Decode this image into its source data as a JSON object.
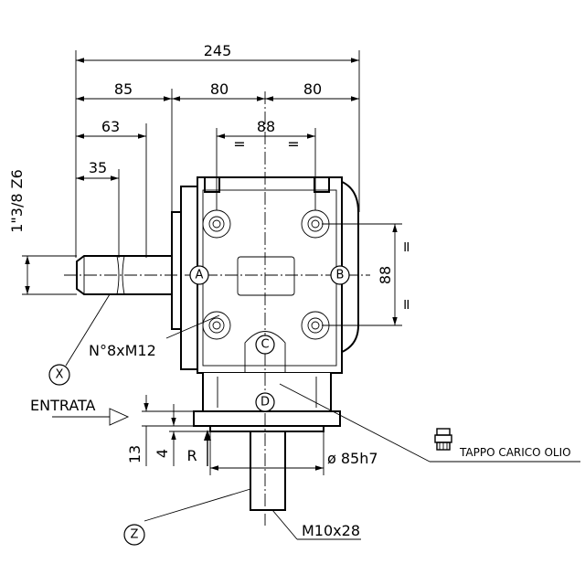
{
  "dimensions": {
    "overall_width": "245",
    "left_section": "85",
    "center_left": "80",
    "center_right": "80",
    "shaft_63": "63",
    "bolt_spacing_top": "88",
    "equal_1": "=",
    "equal_2": "=",
    "shaft_35": "35",
    "thread": "1\"3/8 Z6",
    "bolt_spacing_right": "88",
    "equal_3": "=",
    "equal_4": "=",
    "bolts": "N°8xM12",
    "entrata": "ENTRATA",
    "height_13": "13",
    "height_4": "4",
    "r_label": "R",
    "diameter": "ø 85h7",
    "screw": "M10x28"
  },
  "markers": {
    "A": "A",
    "B": "B",
    "C": "C",
    "D": "D",
    "X": "X",
    "Z": "Z"
  },
  "notes": {
    "fill_plug": "TAPPO CARICO OLIO"
  }
}
